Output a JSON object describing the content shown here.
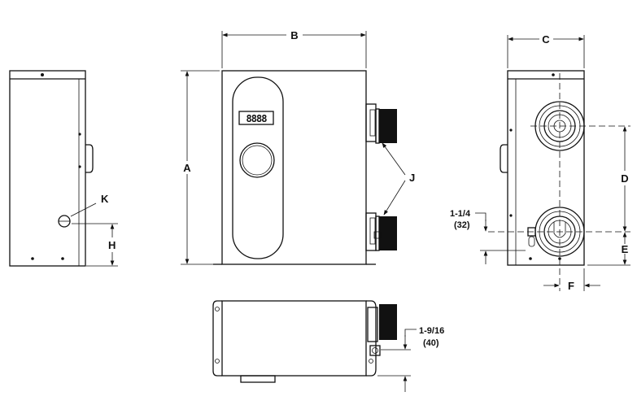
{
  "dimensions": {
    "A": "A",
    "B": "B",
    "C": "C",
    "D": "D",
    "E": "E",
    "F": "F",
    "H": "H",
    "J": "J",
    "K": "K"
  },
  "notes": {
    "right_offset_in": "1-1/4",
    "right_offset_mm": "(32)",
    "bottom_offset_in": "1-9/16",
    "bottom_offset_mm": "(40)"
  },
  "display": {
    "readout": "8888"
  }
}
